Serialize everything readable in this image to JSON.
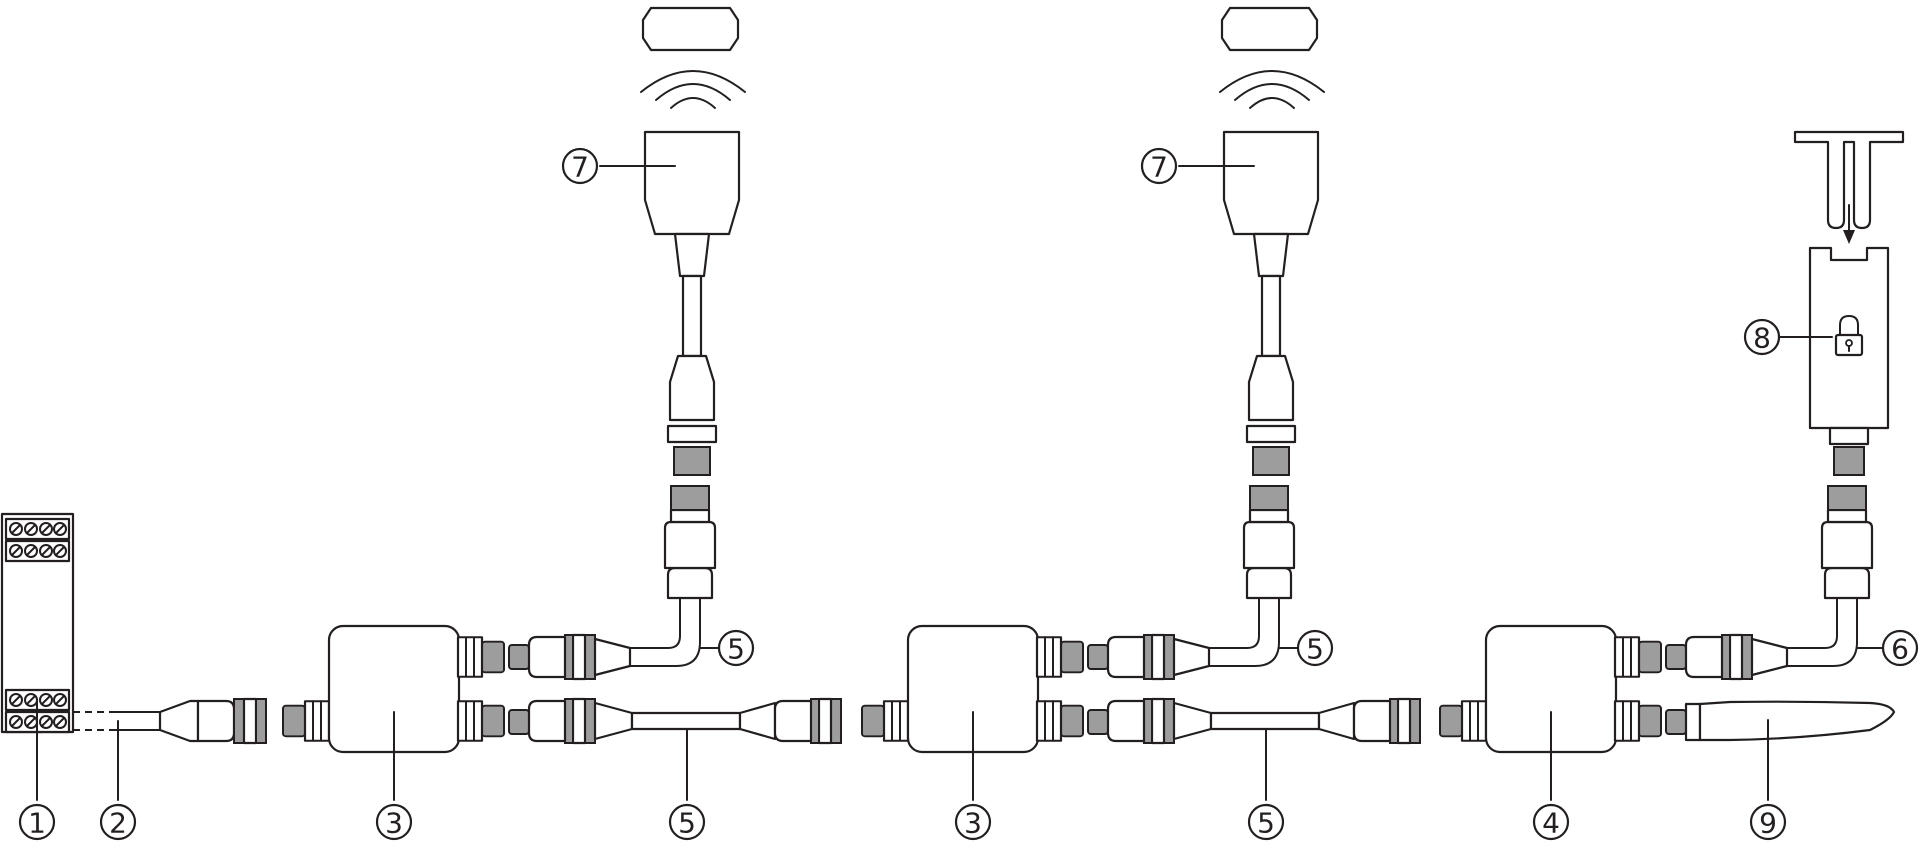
{
  "callouts": {
    "power_supply": "1",
    "cable_open_end": "2",
    "distributor_left": "3",
    "distributor_middle": "3",
    "terminating_distributor": "4",
    "connection_cable_a": "5",
    "connection_cable_b": "5",
    "connection_cable_c": "5",
    "connection_cable_d": "5",
    "connection_cable_e": "6",
    "rfid_switch_a": "7",
    "rfid_switch_b": "7",
    "locking_device": "8",
    "terminating_plug": "9"
  },
  "icons": {
    "lock": "lock-icon",
    "wireless": "wireless-signal-icon",
    "arrow": "arrow-down-icon"
  },
  "colors": {
    "line": "#231f20",
    "connector_fill": "#9d9d9d",
    "background": "#ffffff"
  }
}
